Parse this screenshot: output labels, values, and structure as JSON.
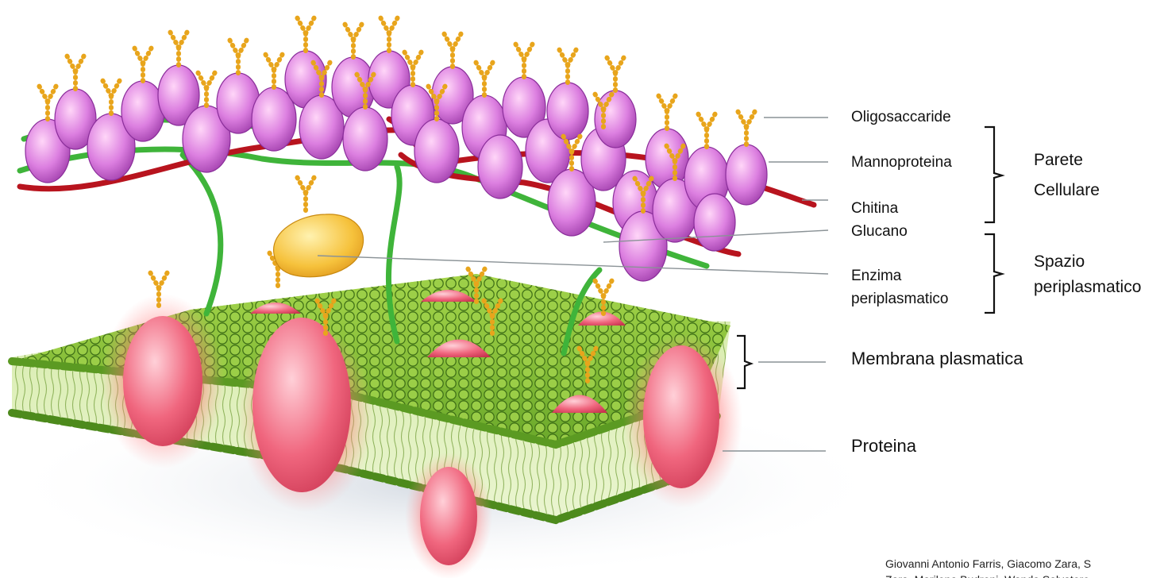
{
  "labels": {
    "oligosaccharide": "Oligosaccaride",
    "mannoprotein": "Mannoproteina",
    "chitin": "Chitina",
    "glucan": "Glucano",
    "enzyme_line1": "Enzima",
    "enzyme_line2": "periplasmatico",
    "protein": "Proteina",
    "membrane": "Membrana plasmatica"
  },
  "groups": {
    "cell_wall_line1": "Parete",
    "cell_wall_line2": "Cellulare",
    "periplasmic_line1": "Spazio",
    "periplasmic_line2": "periplasmatico"
  },
  "credit": {
    "line1": "Giovanni Antonio Farris, Giacomo Zara, S",
    "line2": "Zara, Marilena Budroni, Wanda Salvatore"
  },
  "colors": {
    "mannoprotein": "#d86fd6",
    "chitin": "#b8141e",
    "glucan": "#3fb43a",
    "membrane": "#7ec43a",
    "protein": "#e8516c",
    "enzyme": "#f2b12c",
    "sugar": "#e8a51c",
    "leader": "#8a9296"
  }
}
